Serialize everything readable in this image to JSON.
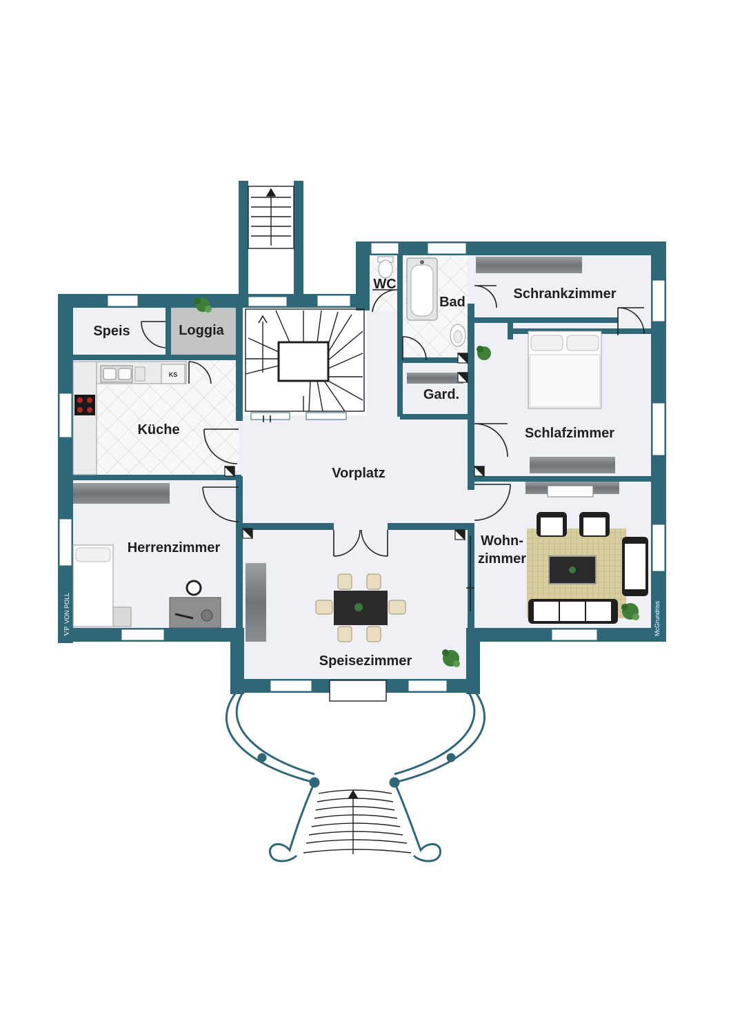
{
  "rooms": {
    "speis": "Speis",
    "loggia": "Loggia",
    "kueche": "Küche",
    "wc": "WC",
    "bad": "Bad",
    "schrankzimmer": "Schrankzimmer",
    "garderobe": "Gard.",
    "schlafzimmer": "Schlafzimmer",
    "vorplatz": "Vorplatz",
    "herrenzimmer": "Herrenzimmer",
    "wohnzimmer_1": "Wohn-",
    "wohnzimmer_2": "zimmer",
    "speisezimmer": "Speisezimmer"
  },
  "fixtures": {
    "fridge": "KS"
  },
  "branding": {
    "logo": "VP",
    "logo_text": "VON POLL",
    "credit": "McGrundriss"
  },
  "colors": {
    "wall": "#2e6778",
    "floor": "#eef0f5",
    "tile": "#f6f6f6",
    "window": "#ffffff",
    "rug": "#d8cfa0"
  }
}
